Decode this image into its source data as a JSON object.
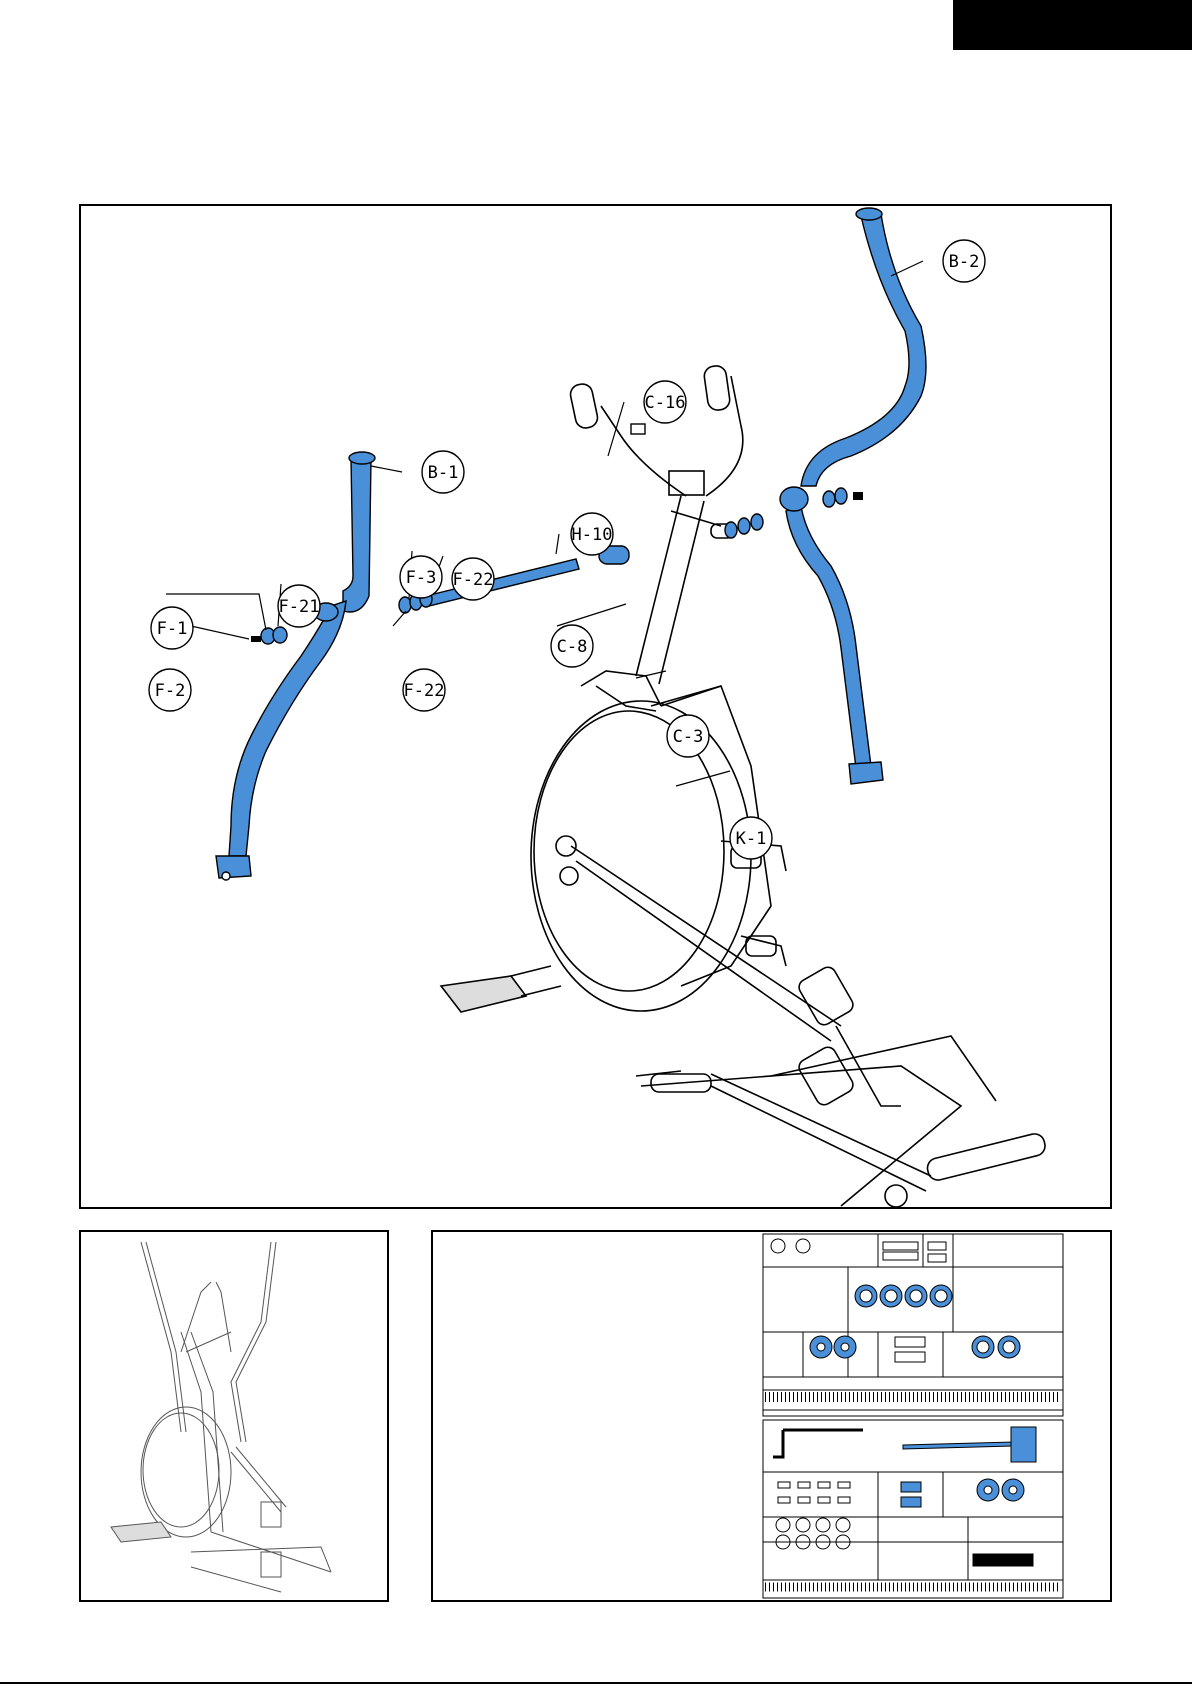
{
  "callouts": {
    "c16": "C-16",
    "b1": "B-1",
    "b2": "B-2",
    "h10": "H-10",
    "f3": "F-3",
    "f22a": "F-22",
    "f22b": "F-22",
    "f21": "F-21",
    "f1": "F-1",
    "f2": "F-2",
    "c8": "C-8",
    "c3": "C-3",
    "k1": "K-1"
  },
  "colors": {
    "highlight": "#4a90d9",
    "ink": "#000000"
  }
}
